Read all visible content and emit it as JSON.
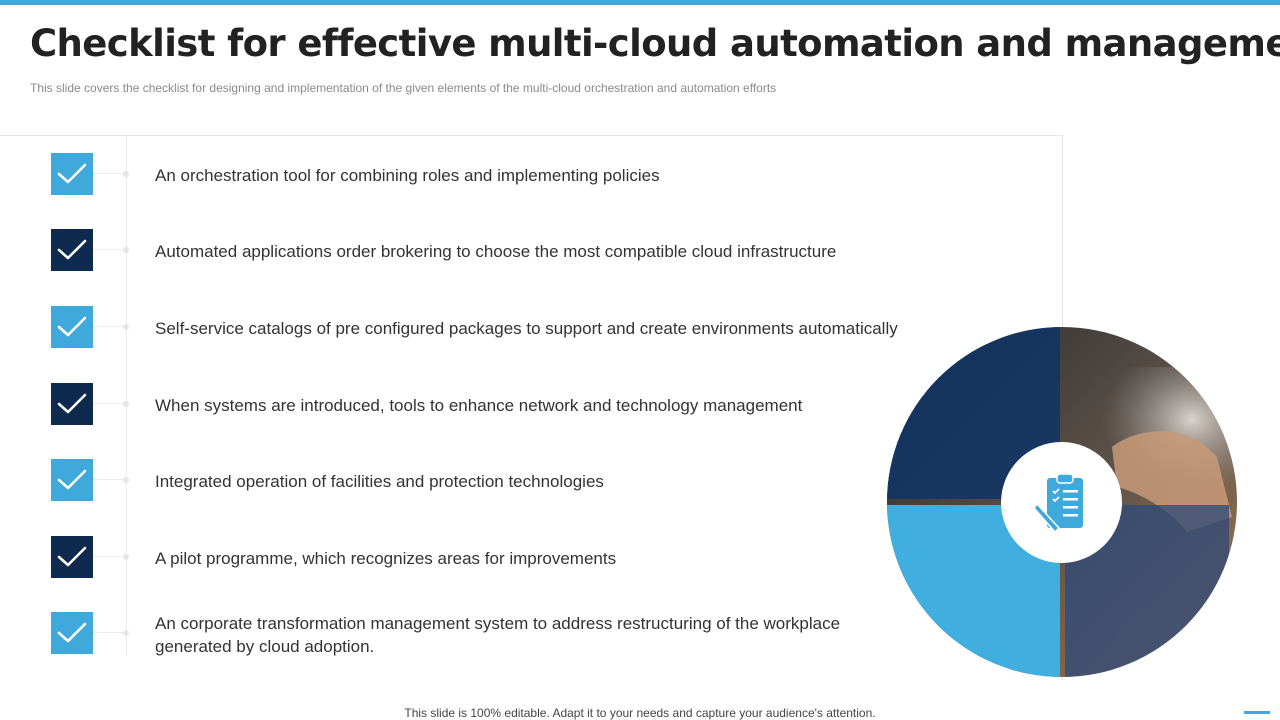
{
  "title": "Checklist for effective multi-cloud automation and management",
  "subtitle": "This slide covers the checklist for designing and implementation of the given elements of the multi-cloud orchestration and automation efforts",
  "checklist": [
    {
      "text": "An orchestration tool for combining roles and implementing policies",
      "style": "light",
      "icon": "checkmark-icon"
    },
    {
      "text": "Automated applications order brokering to choose the most compatible cloud infrastructure",
      "style": "dark",
      "icon": "checkmark-icon"
    },
    {
      "text": "Self-service catalogs of pre configured packages to support and create environments automatically",
      "style": "light",
      "icon": "checkmark-icon"
    },
    {
      "text": "When systems are introduced, tools to enhance network and technology management",
      "style": "dark",
      "icon": "checkmark-icon"
    },
    {
      "text": "Integrated operation of facilities and protection technologies",
      "style": "light",
      "icon": "checkmark-icon"
    },
    {
      "text": "A pilot programme, which recognizes areas for improvements",
      "style": "dark",
      "icon": "checkmark-icon"
    },
    {
      "text": "An corporate transformation management system to address restructuring of the workplace generated by cloud adoption.",
      "style": "light",
      "icon": "checkmark-icon"
    }
  ],
  "image": {
    "icon": "clipboard-checklist-icon",
    "photo": "hands-on-laptop-photo"
  },
  "footer": "This slide is 100% editable. Adapt it to your needs and capture your audience's attention.",
  "colors": {
    "accent": "#3fa9dc",
    "dark": "#0e2a4e",
    "title": "#222222",
    "subtitle": "#8a8a8a"
  }
}
